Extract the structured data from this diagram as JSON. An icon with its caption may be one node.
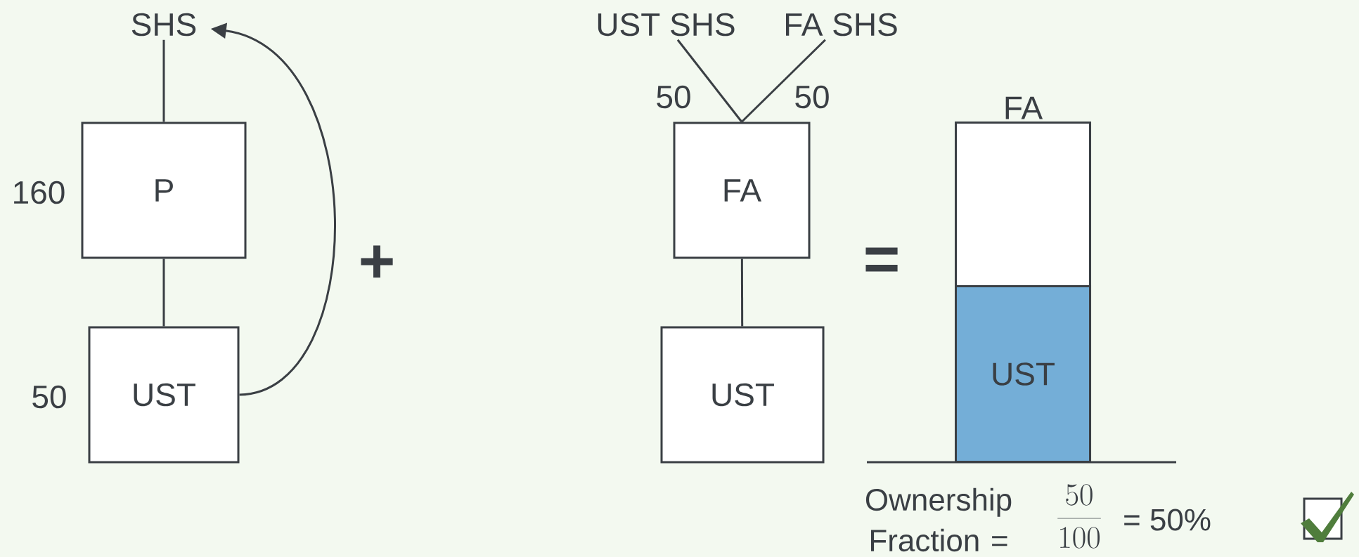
{
  "diagram": {
    "nodes": [
      {
        "text": [
          "SHS"
        ]
      },
      {
        "text": [
          "P"
        ],
        "beside": [
          "160"
        ]
      },
      {
        "text": [
          "UST"
        ],
        "beside": [
          "50"
        ]
      },
      {
        "text": [
          "UST SHS"
        ]
      },
      {
        "text": [
          "FA SHS"
        ]
      },
      {
        "text": [
          "FA"
        ]
      },
      {
        "text": [
          "UST"
        ]
      },
      {
        "text": [
          "FA"
        ]
      },
      {
        "text": [
          "UST"
        ],
        "in": 7
      }
    ],
    "edges": [
      {
        "from": 0,
        "to": 1,
        "arrow": "none"
      },
      {
        "from": 1,
        "to": 2,
        "arrow": "none"
      },
      {
        "from": 2,
        "to": 0,
        "arrow": "to"
      },
      {
        "from": 3,
        "to": 5,
        "arrow": "none",
        "label": "50"
      },
      {
        "from": 4,
        "to": 5,
        "arrow": "none",
        "label": "50"
      },
      {
        "from": 5,
        "to": 6,
        "arrow": "none"
      }
    ],
    "labels": [
      "+",
      "=",
      "Ownership Fraction =",
      "\\frac{50}{100}",
      "= 50%"
    ]
  }
}
